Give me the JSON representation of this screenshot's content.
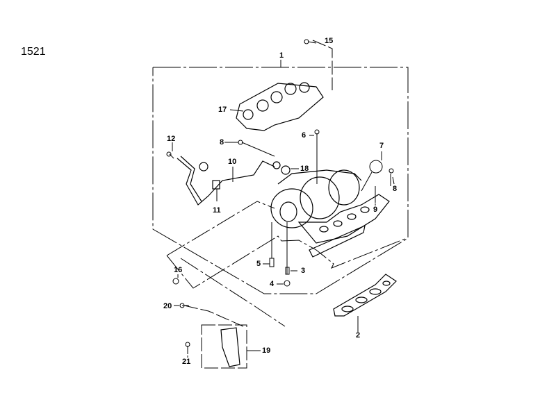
{
  "diagram_code": "1521",
  "callouts": [
    "1",
    "2",
    "3",
    "4",
    "5",
    "6",
    "7",
    "8",
    "8",
    "9",
    "10",
    "11",
    "12",
    "15",
    "16",
    "17",
    "18",
    "19",
    "20",
    "21"
  ],
  "colors": {
    "line": "#000000",
    "background": "#ffffff"
  }
}
